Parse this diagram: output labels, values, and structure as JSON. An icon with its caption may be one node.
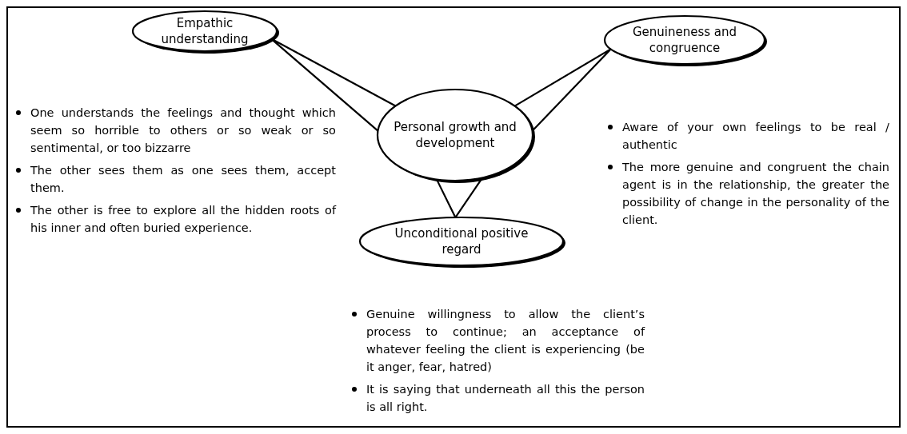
{
  "diagram": {
    "nodes": [
      {
        "text": [
          "Empathic understanding"
        ]
      },
      {
        "text": [
          "Personal growth and development"
        ]
      },
      {
        "text": [
          "Genuineness and congruence"
        ]
      },
      {
        "text": [
          "Unconditional positive regard"
        ]
      }
    ],
    "edges": [
      {
        "from": 0,
        "to": 1,
        "arrow": "none"
      },
      {
        "from": 2,
        "to": 1,
        "arrow": "none"
      },
      {
        "from": 3,
        "to": 1,
        "arrow": "none"
      }
    ],
    "labels": [
      "One understands the feelings and thought which seem so horrible to others or so weak or so sentimental, or too bizzarre",
      "The other sees them as one sees them, accept them.",
      "The other is free to explore all the hidden roots of his inner and often buried experience.",
      "Aware of your own feelings to be real / authentic",
      "The more genuine and congruent the chain agent is in the relationship, the greater the possibility of change in the personality of the client.",
      "Genuine willingness to allow the client’s process to continue; an acceptance of whatever feeling the client is experiencing (be it anger, fear, hatred)",
      "It is saying that underneath all this the person is all right."
    ]
  }
}
